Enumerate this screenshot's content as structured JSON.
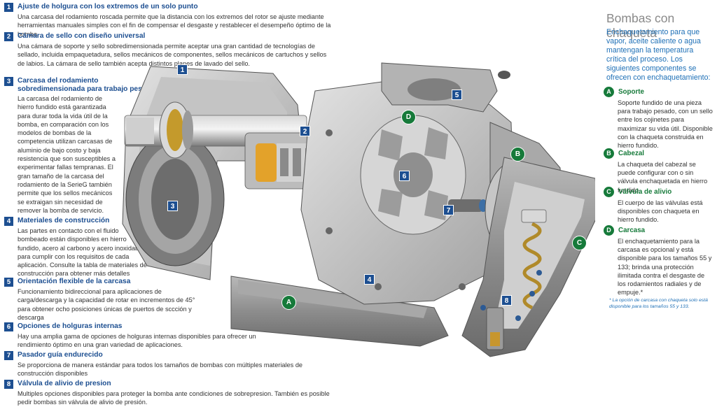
{
  "features": [
    {
      "num": "1",
      "title": "Ajuste de holgura con los extremos de un solo punto",
      "body": "Una carcasa del rodamiento roscada permite que la distancia con los extremos del rotor se ajuste mediante herramientas manuales simples con el fin de compensar el desgaste y restablecer el desempeño óptimo de la bomba."
    },
    {
      "num": "2",
      "title": "Cámara de sello con diseño universal",
      "body": "Una cámara de soporte y sello sobredimensionada permite aceptar una gran cantidad de tecnologías de sellado, incluida empaquetadura, sellos mecánicos de componentes, sellos mecánicos de cartuchos y sellos de labios. La cámara de sello también acepta distintos planes de lavado del sello."
    },
    {
      "num": "3",
      "title": "Carcasa del rodamiento sobredimensionada para trabajo pesado",
      "body": "La carcasa del rodamiento de hierro fundido está garantizada para durar toda la vida útil de la bomba, en comparación con los modelos de bombas de la competencia utilizan carcasas de aluminio de bajo costo y baja resistencia que son susceptibles a experimentar fallas tempranas. El gran tamaño de la carcasa del rodamiento de la SerieG también permite que los sellos mecánicos se extraigan sin necesidad de remover la bomba de servicio."
    },
    {
      "num": "4",
      "title": "Materiales de construcción",
      "body": "Las partes en contacto con el fluido bombeado están disponibles en hierro fundido, acero al carbono y acero inoxidable para cumplir con los requisitos de cada aplicación. Consulte la tabla de materiales de construcción para obtener más detalles"
    },
    {
      "num": "5",
      "title": "Orientación flexible de la carcasa",
      "body": "Funcionamiento bidireccional para aplicaciones de carga/descarga y la capacidad de rotar en incrementos de 45° para obtener ocho posiciones únicas de puertos de sccción y descarga"
    },
    {
      "num": "6",
      "title": "Opciones de holguras internas",
      "body": "Hay una amplia gama de opciones de holguras internas disponibles para ofrecer un rendimiento óptimo en una gran variedad de aplicaciones."
    },
    {
      "num": "7",
      "title": "Pasador guía endurecido",
      "body": "Se proporciona de manera estándar para todos los tamaños de bombas con múltiples materiales de construcción disponibles"
    },
    {
      "num": "8",
      "title": "Válvula de alivio de presion",
      "body": "Multiples opciones disponibles para proteger la bomba ante condiciones de sobrepresion. También es posible pedir bombas sin válvula de alivio de presión."
    }
  ],
  "jacket": {
    "title": "Bombas con chaqueta",
    "intro": "Enchaquetamiento para que vapor, aceite caliente o agua mantengan la temperatura crítica del proceso. Los siguientes componentes se ofrecen con enchaquetamiento:",
    "items": [
      {
        "badge": "A",
        "name": "Soporte",
        "text": "Soporte fundido de una pieza para trabajo pesado, con un sello entre los cojinetes para maximizar su vida útil. Disponible con la chaqueta construida en hierro fundido."
      },
      {
        "badge": "B",
        "name": "Cabezal",
        "text": "La chaqueta del cabezal se puede configurar con o sin válvula enchaquetada en hierro fundido."
      },
      {
        "badge": "C",
        "name": "Válvula de alivio",
        "text": "El cuerpo de las válvulas está disponibles con chaqueta en hierro fundido."
      },
      {
        "badge": "D",
        "name": "Carcasa",
        "text": "El enchaquetamiento para la carcasa es opcional y está disponible para los tamaños 55 y 133; brinda una protección ilimitada contra el desgaste de los rodamientos radiales y de empuje.*"
      }
    ],
    "note": "* La opción de carcasa con chaqueta solo está disponible para los tamaños 55 y 133."
  },
  "markers": {
    "squares": [
      "1",
      "2",
      "3",
      "4",
      "5",
      "6",
      "7",
      "8"
    ],
    "circles": [
      "A",
      "B",
      "C",
      "D"
    ]
  },
  "colors": {
    "numbered_blue": "#1d4f91",
    "jacket_green": "#167a3a",
    "intro_blue": "#1d6fb6",
    "title_gray": "#8a8a8a"
  }
}
